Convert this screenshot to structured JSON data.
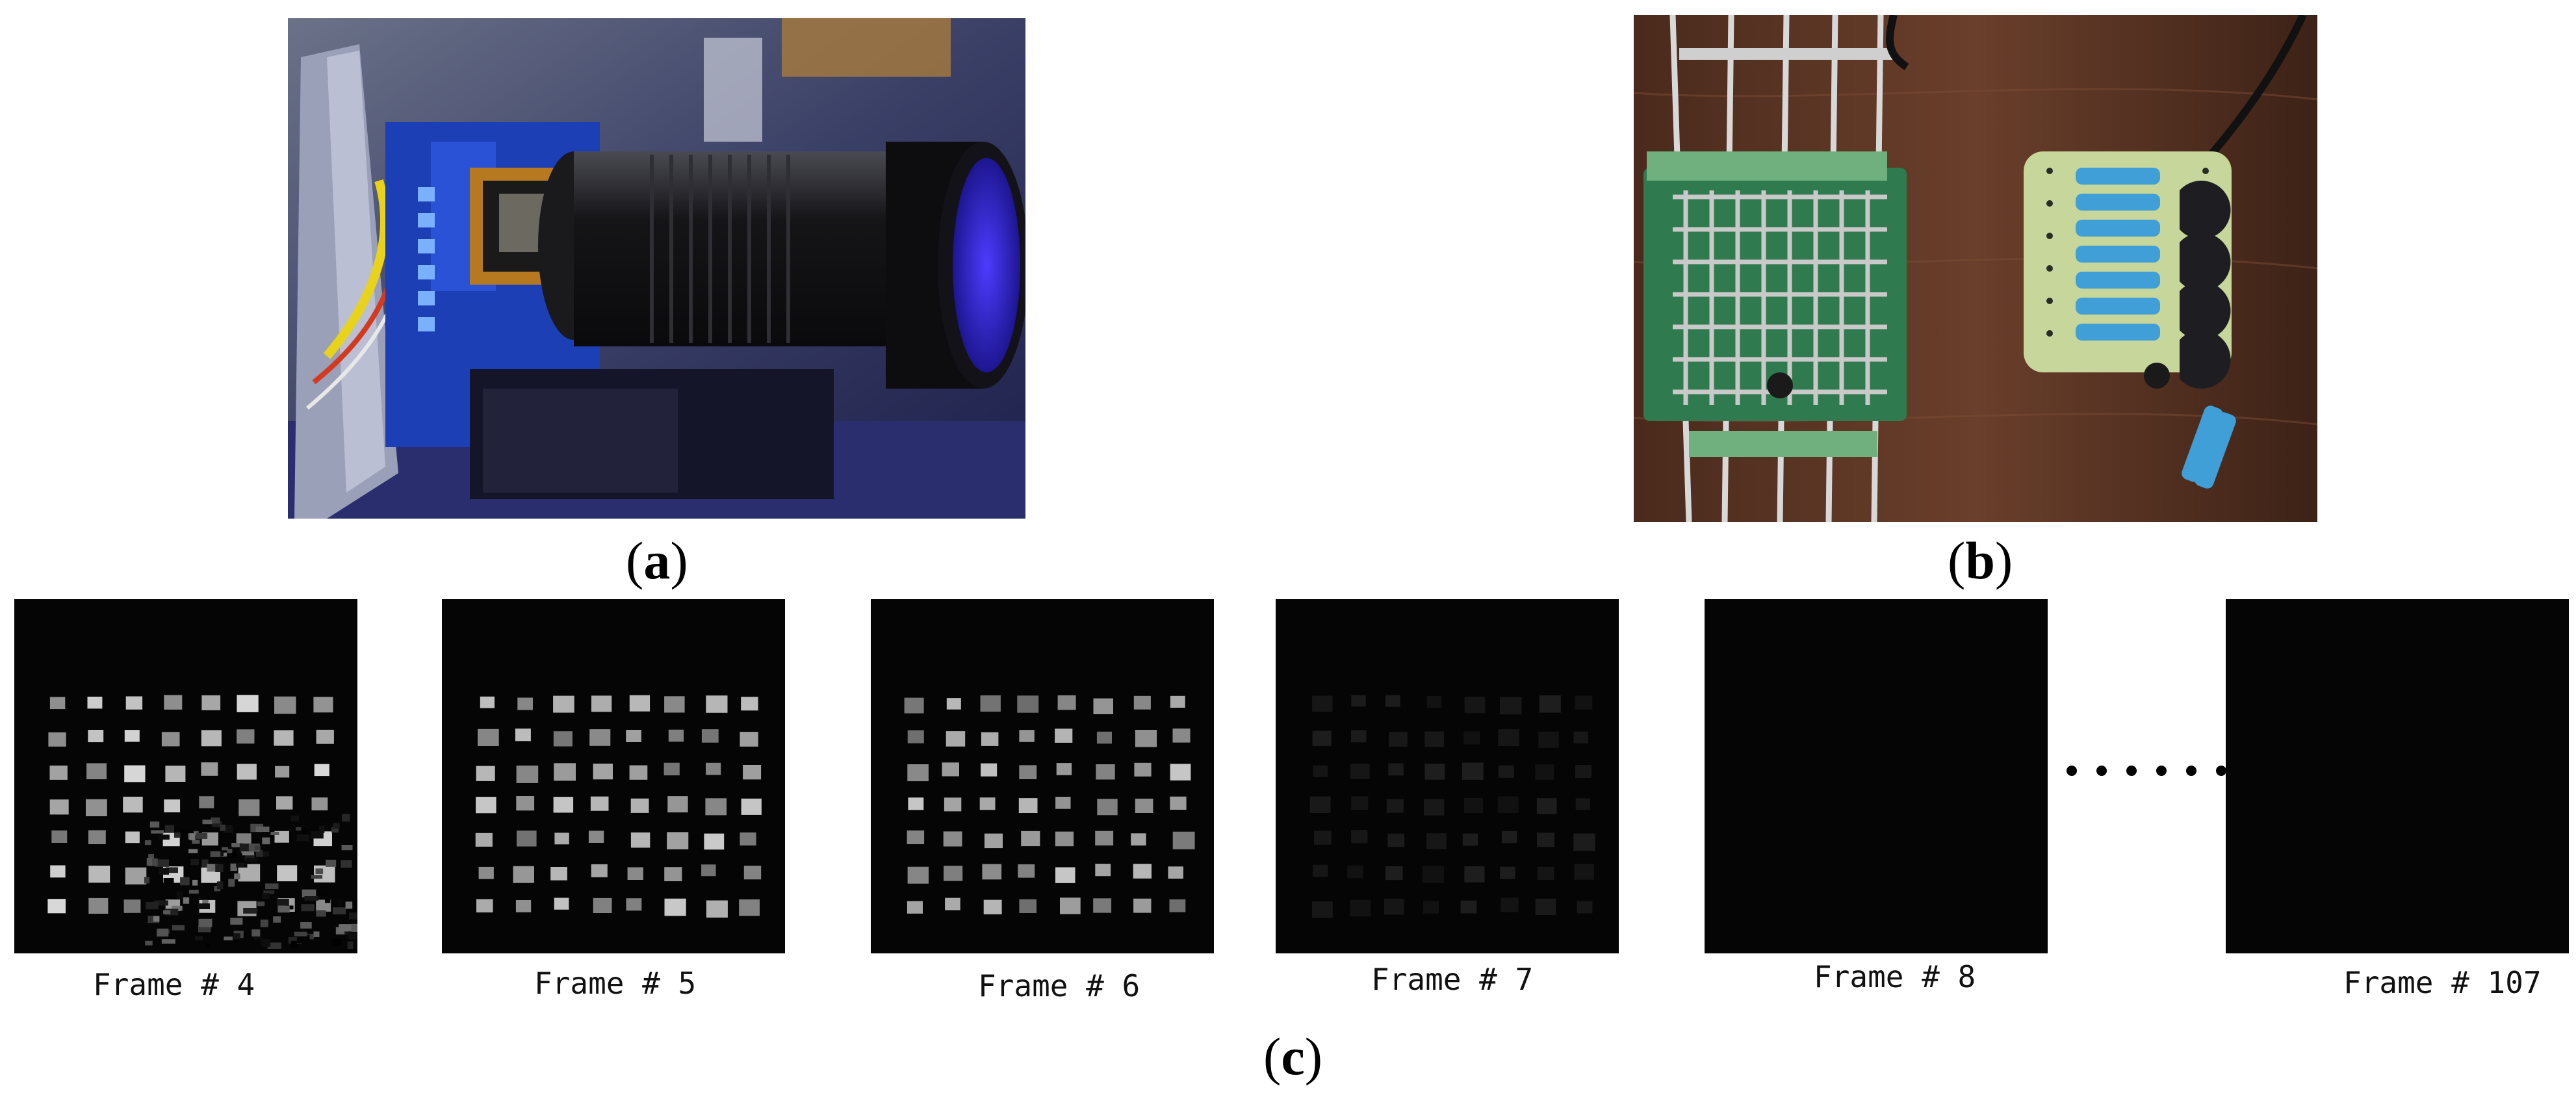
{
  "panels": {
    "a": {
      "open": "(",
      "letter": "a",
      "close": ")"
    },
    "b": {
      "open": "(",
      "letter": "b",
      "close": ")"
    },
    "c": {
      "open": "(",
      "letter": "c",
      "close": ")"
    }
  },
  "frames": [
    {
      "caption": "Frame # 4",
      "brightness": 0.85,
      "noise": true
    },
    {
      "caption": "Frame # 5",
      "brightness": 0.8,
      "noise": false
    },
    {
      "caption": "Frame # 6",
      "brightness": 0.78,
      "noise": false
    },
    {
      "caption": "Frame # 7",
      "brightness": 0.12,
      "noise": false
    },
    {
      "caption": "Frame # 8",
      "brightness": 0.0,
      "noise": false
    },
    {
      "caption": "Frame # 107",
      "brightness": 0.0,
      "noise": false
    }
  ],
  "colors": {
    "background": "#ffffff",
    "frame_background": "#050505",
    "pcb_blue": "#1d3fb5",
    "pcb_green": "#2f7a4e",
    "wood": "#5a3524",
    "resistor_blue": "#3f9fd6"
  }
}
